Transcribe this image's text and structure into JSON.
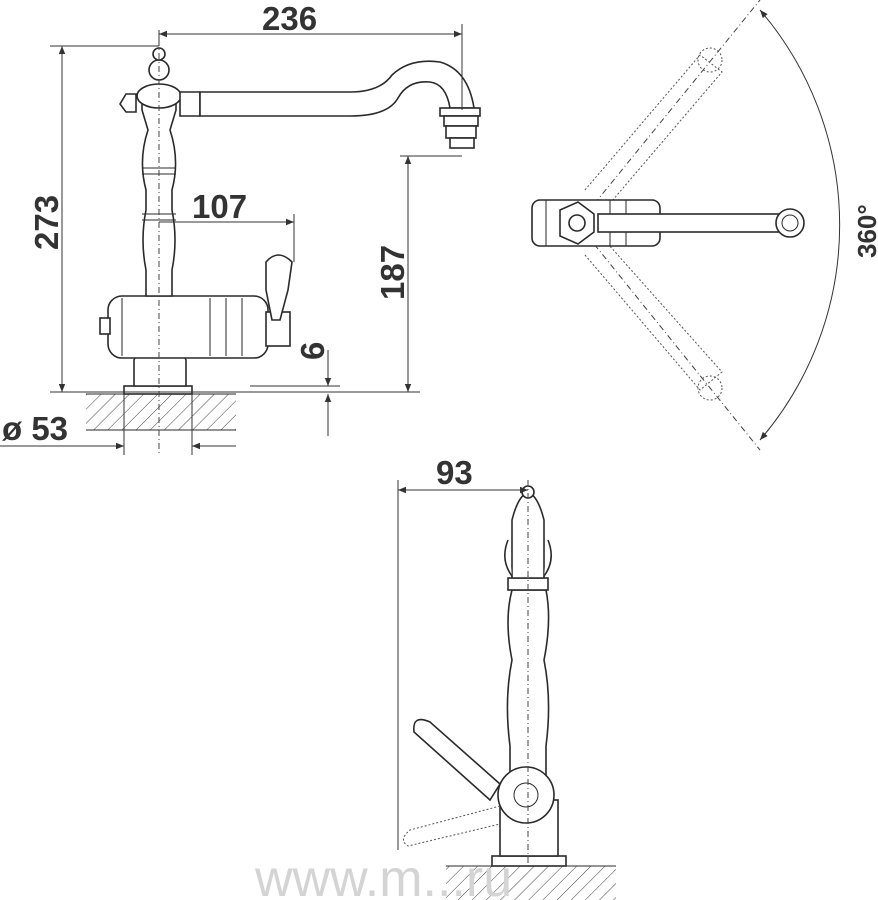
{
  "drawing": {
    "dimensions": {
      "spout_reach": "236",
      "total_height": "273",
      "handle_offset": "107",
      "spout_height": "187",
      "max_deck_thickness": "6",
      "base_diameter": "ø 53",
      "rotation": "360°",
      "side_depth": "93"
    },
    "watermark": "www.m...ru"
  }
}
